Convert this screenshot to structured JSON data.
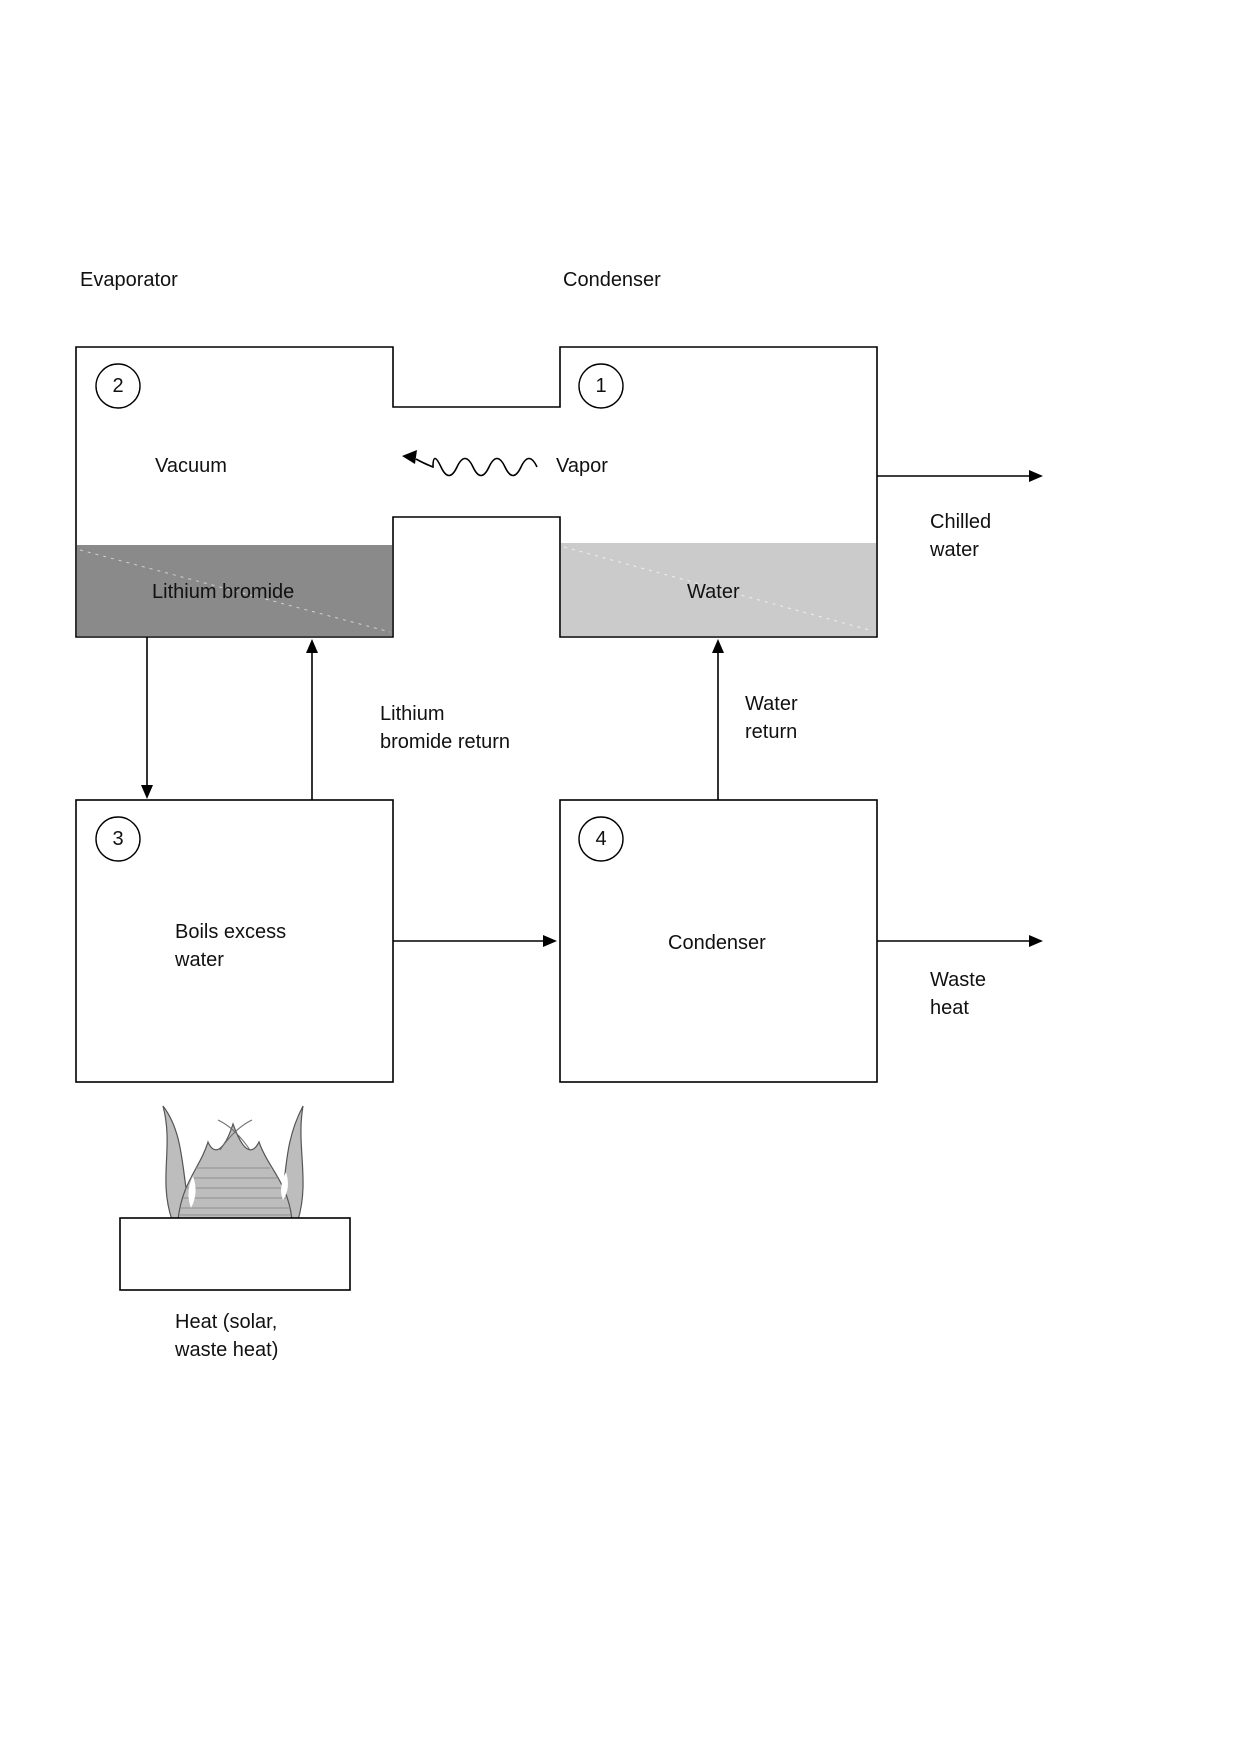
{
  "labels": {
    "evaporator_title": "Evaporator",
    "condenser_title": "Condenser",
    "vacuum": "Vacuum",
    "vapor": "Vapor",
    "lithium_bromide": "Lithium bromide",
    "water": "Water",
    "chilled_water": "Chilled\nwater",
    "lithium_bromide_return": "Lithium\nbromide return",
    "water_return": "Water\nreturn",
    "boils_excess_water": "Boils excess\nwater",
    "condenser_box": "Condenser",
    "waste_heat": "Waste\nheat",
    "heat_source": "Heat (solar,\nwaste heat)"
  },
  "numbers": {
    "condenser_vessel": "1",
    "evaporator_vessel": "2",
    "generator_unit": "3",
    "condenser_unit": "4"
  },
  "colors": {
    "lithium_bromide_fill": "#8a8a8a",
    "water_fill": "#cbcbcb",
    "flame_fill": "#bdbdbd",
    "line": "#000000"
  }
}
